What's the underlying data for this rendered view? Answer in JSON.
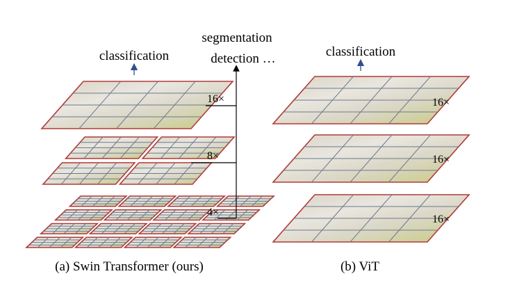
{
  "swin": {
    "classification_label": "classification",
    "tasks_line1": "segmentation",
    "tasks_line2": "detection …",
    "scale_16": "16×",
    "scale_8": "8×",
    "scale_4": "4×",
    "caption": "(a) Swin Transformer (ours)"
  },
  "vit": {
    "classification_label": "classification",
    "scale_top": "16×",
    "scale_mid": "16×",
    "scale_bottom": "16×",
    "caption": "(b) ViT"
  },
  "colors": {
    "patch_border": "#b03a3a",
    "grid_line": "#6b7a8f",
    "arrow_blue": "#2f4f8f",
    "arrow_black": "#000000"
  }
}
